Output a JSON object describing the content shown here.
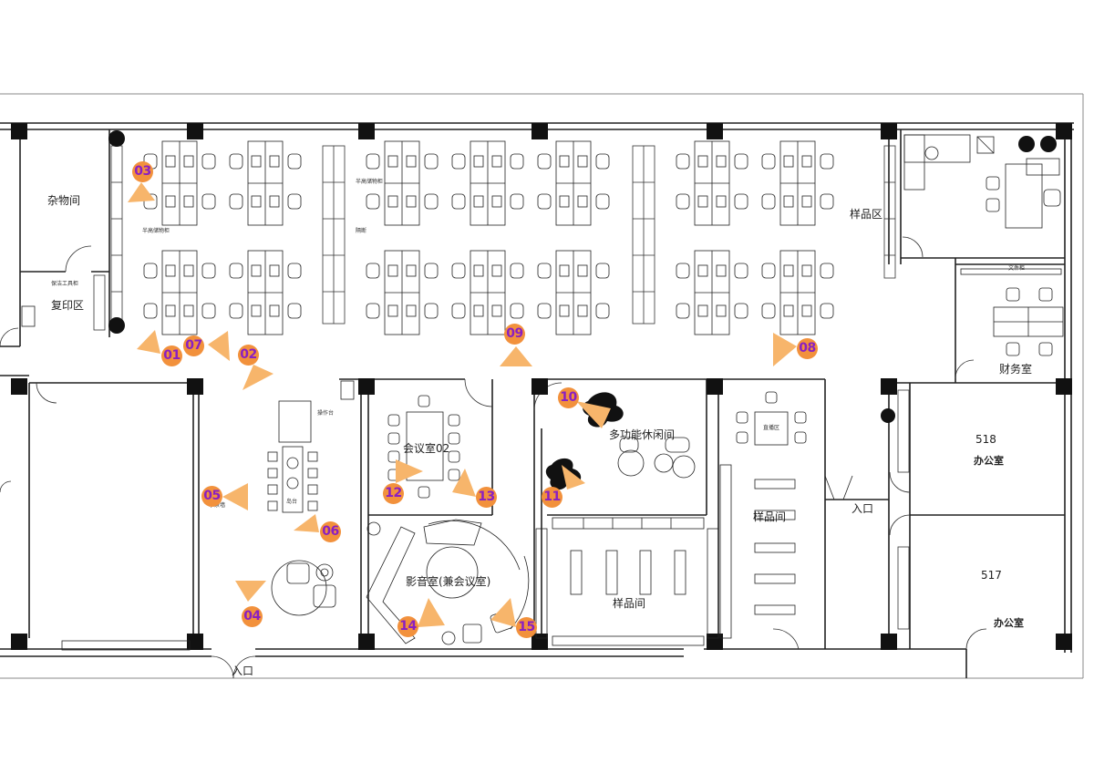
{
  "rooms": {
    "storage": "杂物间",
    "copy_area": "复印区",
    "sample_area": "样品区",
    "finance": "财务室",
    "meeting_room_02": "会议室02",
    "multi_lounge": "多功能休闲间",
    "av_room": "影音室(兼会议室)",
    "sample_room_center": "样品间",
    "sample_room_right": "样品间",
    "office_518_num": "518",
    "office_518_name": "办公室",
    "office_517_num": "517",
    "office_517_name": "办公室",
    "entrance_bottom": "入口",
    "entrance_right": "入口"
  },
  "small_labels": {
    "tool_cabinet": "保洁工具柜",
    "half_height_cabinet_1": "半高储物柜",
    "half_height_cabinet_2": "半高储物柜",
    "partition": "隔断",
    "file_cabinet": "文件柜",
    "operation_counter": "操作台",
    "island": "岛台",
    "live_area": "直播区",
    "water_wall": "水景墙"
  },
  "markers": [
    {
      "label": "01"
    },
    {
      "label": "02"
    },
    {
      "label": "03"
    },
    {
      "label": "04"
    },
    {
      "label": "05"
    },
    {
      "label": "06"
    },
    {
      "label": "07"
    },
    {
      "label": "08"
    },
    {
      "label": "09"
    },
    {
      "label": "10"
    },
    {
      "label": "11"
    },
    {
      "label": "12"
    },
    {
      "label": "13"
    },
    {
      "label": "14"
    },
    {
      "label": "15"
    }
  ],
  "colors": {
    "marker_circle": "#f2913c",
    "marker_cone": "#f7b56b",
    "marker_text": "#8a1fc2",
    "wall": "#111111"
  }
}
